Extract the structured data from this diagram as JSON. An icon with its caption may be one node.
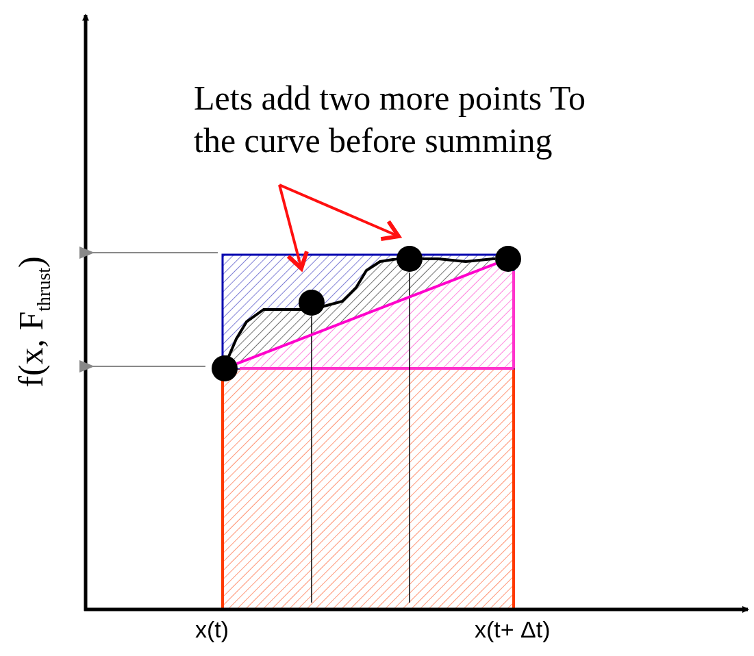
{
  "diagram": {
    "nodes": [
      {
        "text": [
          "Lets add two more points To the curve before summing"
        ]
      },
      {
        "text": [],
        "shape": "circle"
      },
      {
        "text": [],
        "shape": "circle"
      },
      {
        "text": [],
        "shape": "circle"
      },
      {
        "text": [],
        "shape": "circle"
      }
    ],
    "edges": [
      {
        "from": 0,
        "to": 2,
        "arrow": "to",
        "color": "#ff1010"
      },
      {
        "from": 0,
        "to": 3,
        "arrow": "to",
        "color": "#ff1010"
      },
      {
        "from": 1,
        "to": 2,
        "arrow": "none"
      },
      {
        "from": 2,
        "to": 3,
        "arrow": "none"
      },
      {
        "from": 3,
        "to": 4,
        "arrow": "none"
      },
      {
        "from": 1,
        "to": 4,
        "arrow": "none",
        "color": "#ff00cc"
      }
    ],
    "labels": [
      "f(x, F$_{thrust}$)",
      "x(t)",
      "x(t+ Δt)"
    ]
  }
}
